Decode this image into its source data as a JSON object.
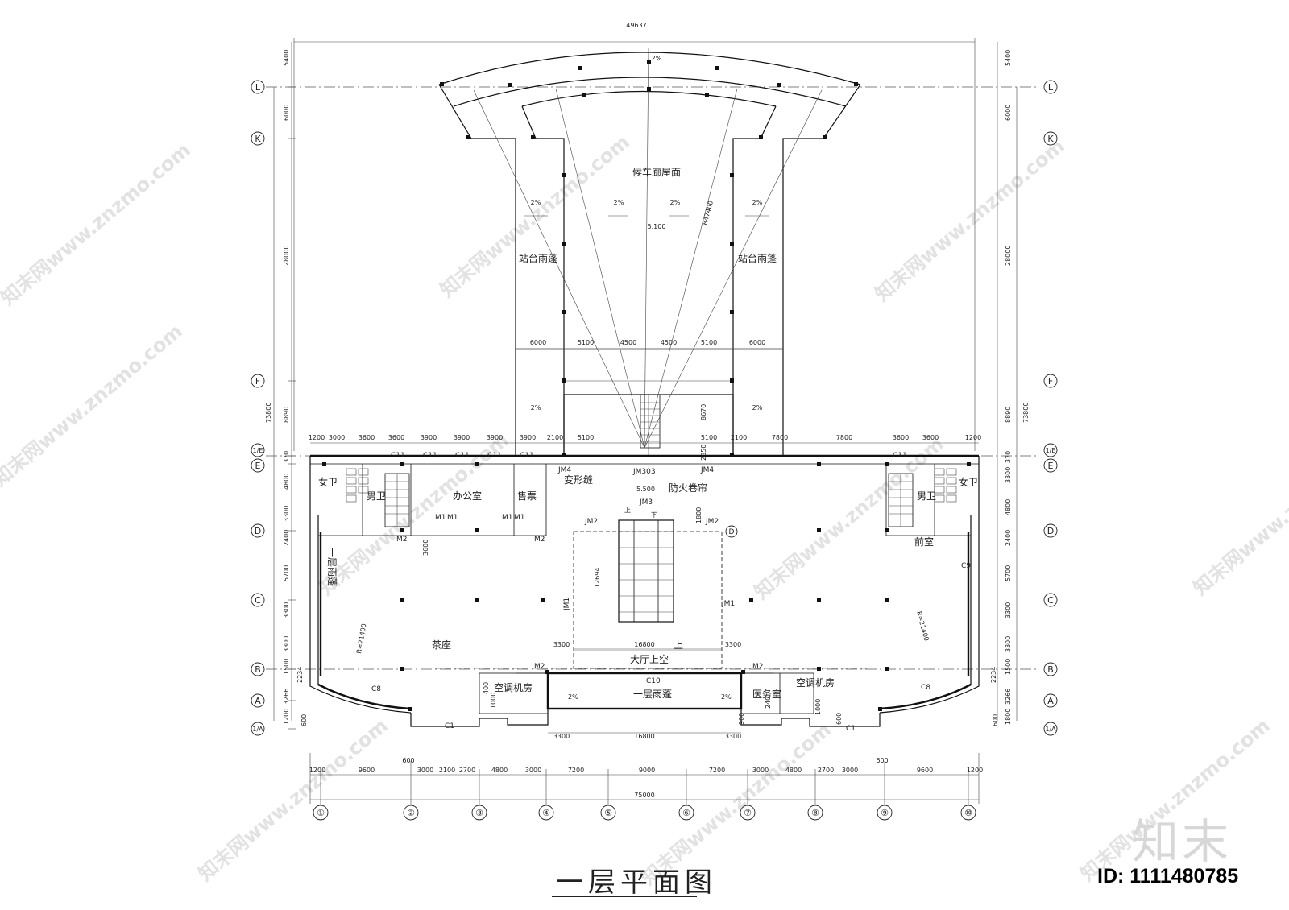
{
  "drawing": {
    "title": "一层平面图",
    "id_label": "ID: 1111480785",
    "brand": "知末",
    "watermark": "知末网www.znzmo.com"
  },
  "rooms": {
    "canopy_roof": "候车廊屋面",
    "platform_left": "站台雨蓬",
    "platform_right": "站台雨蓬",
    "office": "办公室",
    "ticket": "售票",
    "women_left": "女卫",
    "men_left": "男卫",
    "women_right": "女卫",
    "men_right": "男卫",
    "storage": "前室",
    "tea": "茶座",
    "hall_void": "大厅上空",
    "ac_left": "空调机房",
    "ac_right": "空调机房",
    "medical": "医务室",
    "canopy_ground": "一层雨蓬",
    "fire_curtain": "防火卷帘",
    "expansion_joint": "变形缝",
    "up": "上",
    "down": "下",
    "rain_canopy_label": "一层雨蓬"
  },
  "levels": {
    "roof": "5.100",
    "floor": "5.500"
  },
  "slopes": [
    "2%",
    "2%",
    "2%",
    "2%",
    "2%",
    "2%",
    "2%",
    "2%",
    "2%",
    "2%"
  ],
  "radii": {
    "arc": "R47400",
    "left": "R=21400",
    "right": "R=21400"
  },
  "tags": {
    "c11": "C11",
    "jm4": "JM4",
    "jm3": "JM3",
    "jm2": "JM2",
    "jm1": "JM1",
    "m1": "M1",
    "m2": "M2",
    "c8": "C8",
    "c9": "C9",
    "c10": "C10",
    "c1": "C1",
    "jm303": "JM303"
  },
  "axes": {
    "rows": [
      "L",
      "K",
      "F",
      "1/E",
      "E",
      "D",
      "C",
      "B",
      "A",
      "1/A"
    ],
    "cols": [
      "①",
      "②",
      "③",
      "④",
      "⑤",
      "⑥",
      "⑦",
      "⑧",
      "⑨",
      "⑩"
    ],
    "d_inner": "D"
  },
  "dims": {
    "top_total": "49637",
    "bottom_total": "75000",
    "left_vertical": [
      "5400",
      "6000",
      "28000",
      "8890",
      "73800",
      "370",
      "4800",
      "3300",
      "2400",
      "5700",
      "3300",
      "3300",
      "1500",
      "2234",
      "3266",
      "1200",
      "600"
    ],
    "right_vertical": [
      "5400",
      "6000",
      "28000",
      "8890",
      "73800",
      "370",
      "3300",
      "4800",
      "2400",
      "5700",
      "3300",
      "3300",
      "1500",
      "2234",
      "3266",
      "1800",
      "600"
    ],
    "bottom_row": [
      "1200",
      "9600",
      "3000",
      "2100",
      "2700",
      "4800",
      "3000",
      "7200",
      "9000",
      "7200",
      "3000",
      "4800",
      "2700",
      "3000",
      "9600",
      "1200"
    ],
    "bottom_600_left": "600",
    "bottom_600_right": "600",
    "top_row": [
      "1200",
      "3000",
      "3600",
      "3600",
      "3900",
      "3900",
      "3900",
      "3900",
      "2100",
      "5100",
      "5100",
      "2100",
      "7800",
      "7800",
      "3600",
      "3600",
      "1200"
    ],
    "mid_row": [
      "6000",
      "5100",
      "4500",
      "4500",
      "5100",
      "6000"
    ],
    "hall_row": [
      "3300",
      "16800",
      "3300"
    ],
    "lower_row": [
      "3300",
      "16800",
      "3300"
    ],
    "misc": [
      "8670",
      "2850",
      "1800",
      "3600",
      "12694",
      "400",
      "1000",
      "240",
      "1000",
      "900",
      "600"
    ]
  }
}
